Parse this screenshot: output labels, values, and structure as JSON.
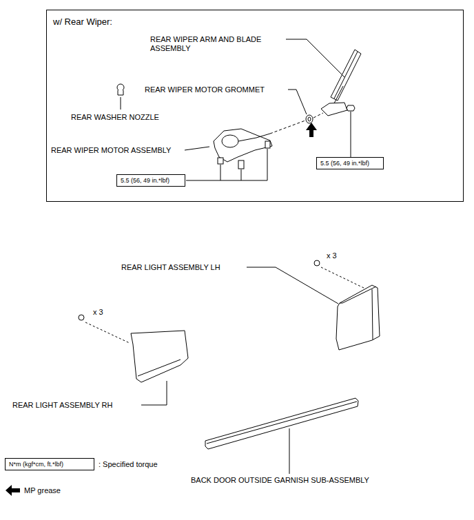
{
  "diagram": {
    "nodes": [
      {
        "text": [
          "w/ Rear Wiper:"
        ]
      },
      {
        "text": [
          "5.5 (56, 49 in.*lbf)"
        ],
        "in": 0
      },
      {
        "text": [
          "5.5 (56, 49 in.*lbf)"
        ],
        "in": 0
      },
      {
        "text": [
          "N*m (kgf*cm, ft.*lbf)"
        ]
      }
    ],
    "labels": [
      "REAR WIPER ARM AND BLADE ASSEMBLY",
      "REAR WIPER MOTOR GROMMET",
      "REAR WASHER NOZZLE",
      "REAR WIPER MOTOR ASSEMBLY",
      "REAR LIGHT ASSEMBLY LH",
      "x 3",
      "x 3",
      "REAR LIGHT ASSEMBLY RH",
      "BACK DOOR OUTSIDE GARNISH SUB-ASSEMBLY"
    ],
    "legend": [
      {
        "text": ": Specified torque"
      },
      {
        "text": "MP grease"
      }
    ]
  }
}
